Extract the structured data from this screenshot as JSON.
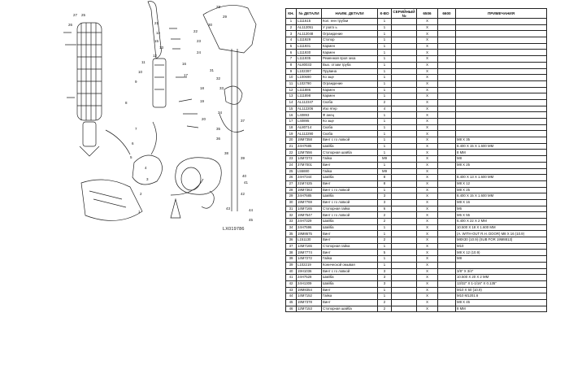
{
  "diagram": {
    "id_label": "LX019786",
    "callouts": [
      "27",
      "25",
      "26",
      "21",
      "14",
      "15",
      "13",
      "12",
      "11",
      "10",
      "9",
      "8",
      "7",
      "6",
      "5",
      "4",
      "3",
      "2",
      "1",
      "22",
      "23",
      "24",
      "16",
      "17",
      "18",
      "19",
      "20",
      "28",
      "29",
      "30",
      "31",
      "32",
      "33",
      "34",
      "35",
      "36",
      "37",
      "38",
      "39",
      "40",
      "41",
      "42",
      "43",
      "44",
      "45"
    ]
  },
  "table": {
    "headers": [
      "КН.",
      "№ ДЕТАЛИ",
      "НАИМ. ДЕТАЛИ",
      "К-ВО",
      "СЕРИЙНЫЙ №",
      "6506",
      "6600",
      "ПРИМЕЧАНИЯ"
    ],
    "rows": [
      [
        "1",
        "L111615",
        "Кол. енн трубки",
        "1",
        "",
        "X",
        "",
        ""
      ],
      [
        "2",
        "AL112051",
        "У узатз ь",
        "1",
        "",
        "X",
        "",
        ""
      ],
      [
        "3",
        "AL112048",
        "Ограждение",
        "1",
        "",
        "X",
        "",
        ""
      ],
      [
        "4",
        "L111929",
        "Стопор",
        "1",
        "",
        "X",
        "",
        ""
      ],
      [
        "5",
        "L111931",
        "Кармен",
        "1",
        "",
        "X",
        "",
        ""
      ],
      [
        "6",
        "L111930",
        "Кармен",
        "1",
        "",
        "X",
        "",
        ""
      ],
      [
        "7",
        "L111935",
        "Ременная проя зеха",
        "1",
        "",
        "X",
        "",
        ""
      ],
      [
        "8",
        "AL80033",
        "Вых. отзам труба",
        "1",
        "",
        "X",
        "",
        ""
      ],
      [
        "9",
        "L102397",
        "Прувина",
        "1",
        "",
        "X",
        "",
        ""
      ],
      [
        "10",
        "L100690",
        "Ко зще",
        "1",
        "",
        "X",
        "",
        ""
      ],
      [
        "11",
        "L102790",
        "Ограждение",
        "1",
        "",
        "X",
        "",
        ""
      ],
      [
        "12",
        "L111886",
        "Кармен",
        "1",
        "",
        "X",
        "",
        ""
      ],
      [
        "13",
        "L111898",
        "Кармен",
        "1",
        "",
        "X",
        "",
        ""
      ],
      [
        "14",
        "AL112347",
        "Скоба",
        "2",
        "",
        "X",
        "",
        ""
      ],
      [
        "15",
        "AL112206",
        "Изо ятер",
        "4",
        "",
        "X",
        "",
        ""
      ],
      [
        "16",
        "L40893",
        "Ф анец",
        "1",
        "",
        "X",
        "",
        ""
      ],
      [
        "17",
        "L40895",
        "Ко зще",
        "1",
        "",
        "X",
        "",
        ""
      ],
      [
        "18",
        "AL80714",
        "Скоба",
        "1",
        "",
        "X",
        "",
        ""
      ],
      [
        "19",
        "AL112290",
        "Скоба",
        "1",
        "",
        "X",
        "",
        ""
      ],
      [
        "20",
        "19M7358",
        "Винт с го ловкой",
        "1",
        "",
        "X",
        "",
        "M8 X 35"
      ],
      [
        "21",
        "24H7685",
        "Шайба",
        "1",
        "",
        "X",
        "",
        "8.400 X 15 X 1.600 MM"
      ],
      [
        "22",
        "12M7556",
        "Стопорная шайба",
        "1",
        "",
        "X",
        "",
        "8 MM"
      ],
      [
        "23",
        "14M7273",
        "Гайка",
        "M9",
        "",
        "X",
        "",
        "M8"
      ],
      [
        "24",
        "37M7001",
        "Винт",
        "1",
        "",
        "X",
        "",
        "M8 X 25"
      ],
      [
        "25",
        "L55880",
        "Гайка",
        "M9",
        "",
        "X",
        "",
        ""
      ],
      [
        "26",
        "24H7344",
        "Шайба",
        "8",
        "",
        "X",
        "",
        "8.400 X 13 X 1.600 MM"
      ],
      [
        "27",
        "21M7425",
        "Винт",
        "8",
        "",
        "X",
        "",
        "M8 X 12"
      ],
      [
        "28",
        "19M7363",
        "Винт с го ловкой",
        "1",
        "",
        "X",
        "",
        "M8 X 25"
      ],
      [
        "29",
        "24H7685",
        "Шайба",
        "3",
        "",
        "X",
        "",
        "8.400 X 15 X 1.600 MM"
      ],
      [
        "30",
        "19M7769",
        "Винт с го ловкой",
        "3",
        "",
        "X",
        "",
        "M8 X 16"
      ],
      [
        "31",
        "14M7165",
        "Стопорная гайка",
        "6",
        "",
        "X",
        "",
        "M6"
      ],
      [
        "32",
        "19M7547",
        "Винт с го ловкой",
        "2",
        "",
        "X",
        "",
        "M6 X 55"
      ],
      [
        "33",
        "24H7329",
        "Шайба",
        "2",
        "",
        "X",
        "",
        "6.400 X 22 X 2 MM"
      ],
      [
        "34",
        "24H7596",
        "Шайба",
        "1",
        "",
        "X",
        "",
        "10.500 X 18 X 1.600 MM"
      ],
      [
        "35",
        "19M8675",
        "Винт",
        "1",
        "",
        "X",
        "",
        "(A. WITH-OUT R.H. DOOR) M8 X 16 (10.9)"
      ],
      [
        "36",
        "L151130",
        "Винт",
        "2",
        "",
        "X",
        "",
        "M8X30 (10.9) (SUB FOR 19M8813)"
      ],
      [
        "37",
        "14M7165",
        "Стопорная гайка",
        "1",
        "",
        "X",
        "",
        "M10"
      ],
      [
        "38",
        "19M7774",
        "Винт",
        "5",
        "",
        "X",
        "",
        "M8 X 12 (10.9)"
      ],
      [
        "39",
        "14M7272",
        "Гайка",
        "1",
        "",
        "X",
        "",
        "M8"
      ],
      [
        "39",
        "L102219",
        "Конической омывая",
        "1",
        "",
        "X",
        "",
        ""
      ],
      [
        "40",
        "19H1036",
        "Винт с го ловкой",
        "3",
        "",
        "X",
        "",
        "3/8\" X 3/4\""
      ],
      [
        "41",
        "24H7528",
        "Шайба",
        "3",
        "",
        "X",
        "",
        "10.500 X 20 X 2 MM"
      ],
      [
        "42",
        "24H1309",
        "Шайба",
        "3",
        "",
        "X",
        "",
        "13/32\" X 1-1/16\" X 0.135\""
      ],
      [
        "43",
        "19M8354",
        "Винт",
        "1",
        "",
        "X",
        "",
        "M10 X 60 (10.9)"
      ],
      [
        "44",
        "14M7152",
        "Гайка",
        "1",
        "",
        "X",
        "",
        "M10 M1201.6"
      ],
      [
        "45",
        "19M7378",
        "Винт",
        "2",
        "",
        "X",
        "",
        "M8 X 45"
      ],
      [
        "46",
        "12M7153",
        "Стопорная шайба",
        "2",
        "",
        "X",
        "",
        "8 MM"
      ]
    ]
  }
}
